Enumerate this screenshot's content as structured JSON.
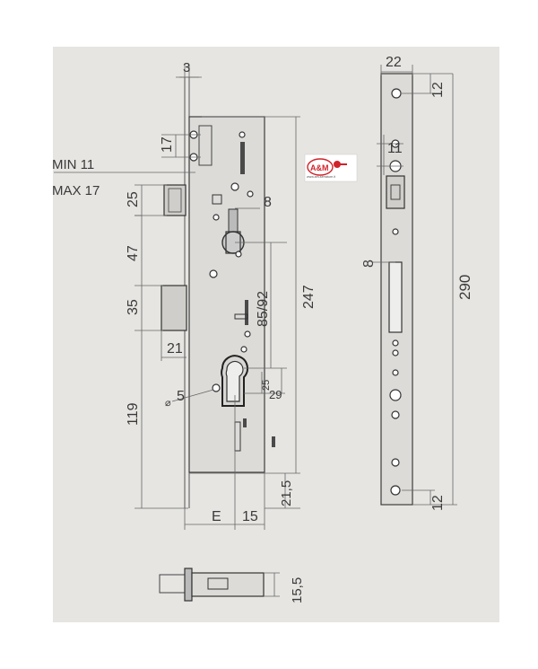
{
  "dimensions": {
    "top_plate": "3",
    "latch_17": "17",
    "min": "MIN 11",
    "max": "MAX 17",
    "d25": "25",
    "d8_front": "8",
    "d47": "47",
    "d35": "35",
    "d21": "21",
    "d85_92": "85/92",
    "d247": "247",
    "d25_small": "25",
    "d29": "29",
    "d5": "5",
    "d119": "119",
    "d21_5": "21,5",
    "dE": "E",
    "d15": "15",
    "d15_5": "15,5",
    "side_22": "22",
    "side_12_top": "12",
    "side_11": "11",
    "side_8": "8",
    "side_290": "290",
    "side_12_bottom": "12"
  },
  "logo": {
    "text": "A&M",
    "caption": "www.am-serrature.it",
    "brand_color": "#d0232b"
  },
  "colors": {
    "paper": "#e6e5e2",
    "ink": "#3a3a3a"
  }
}
